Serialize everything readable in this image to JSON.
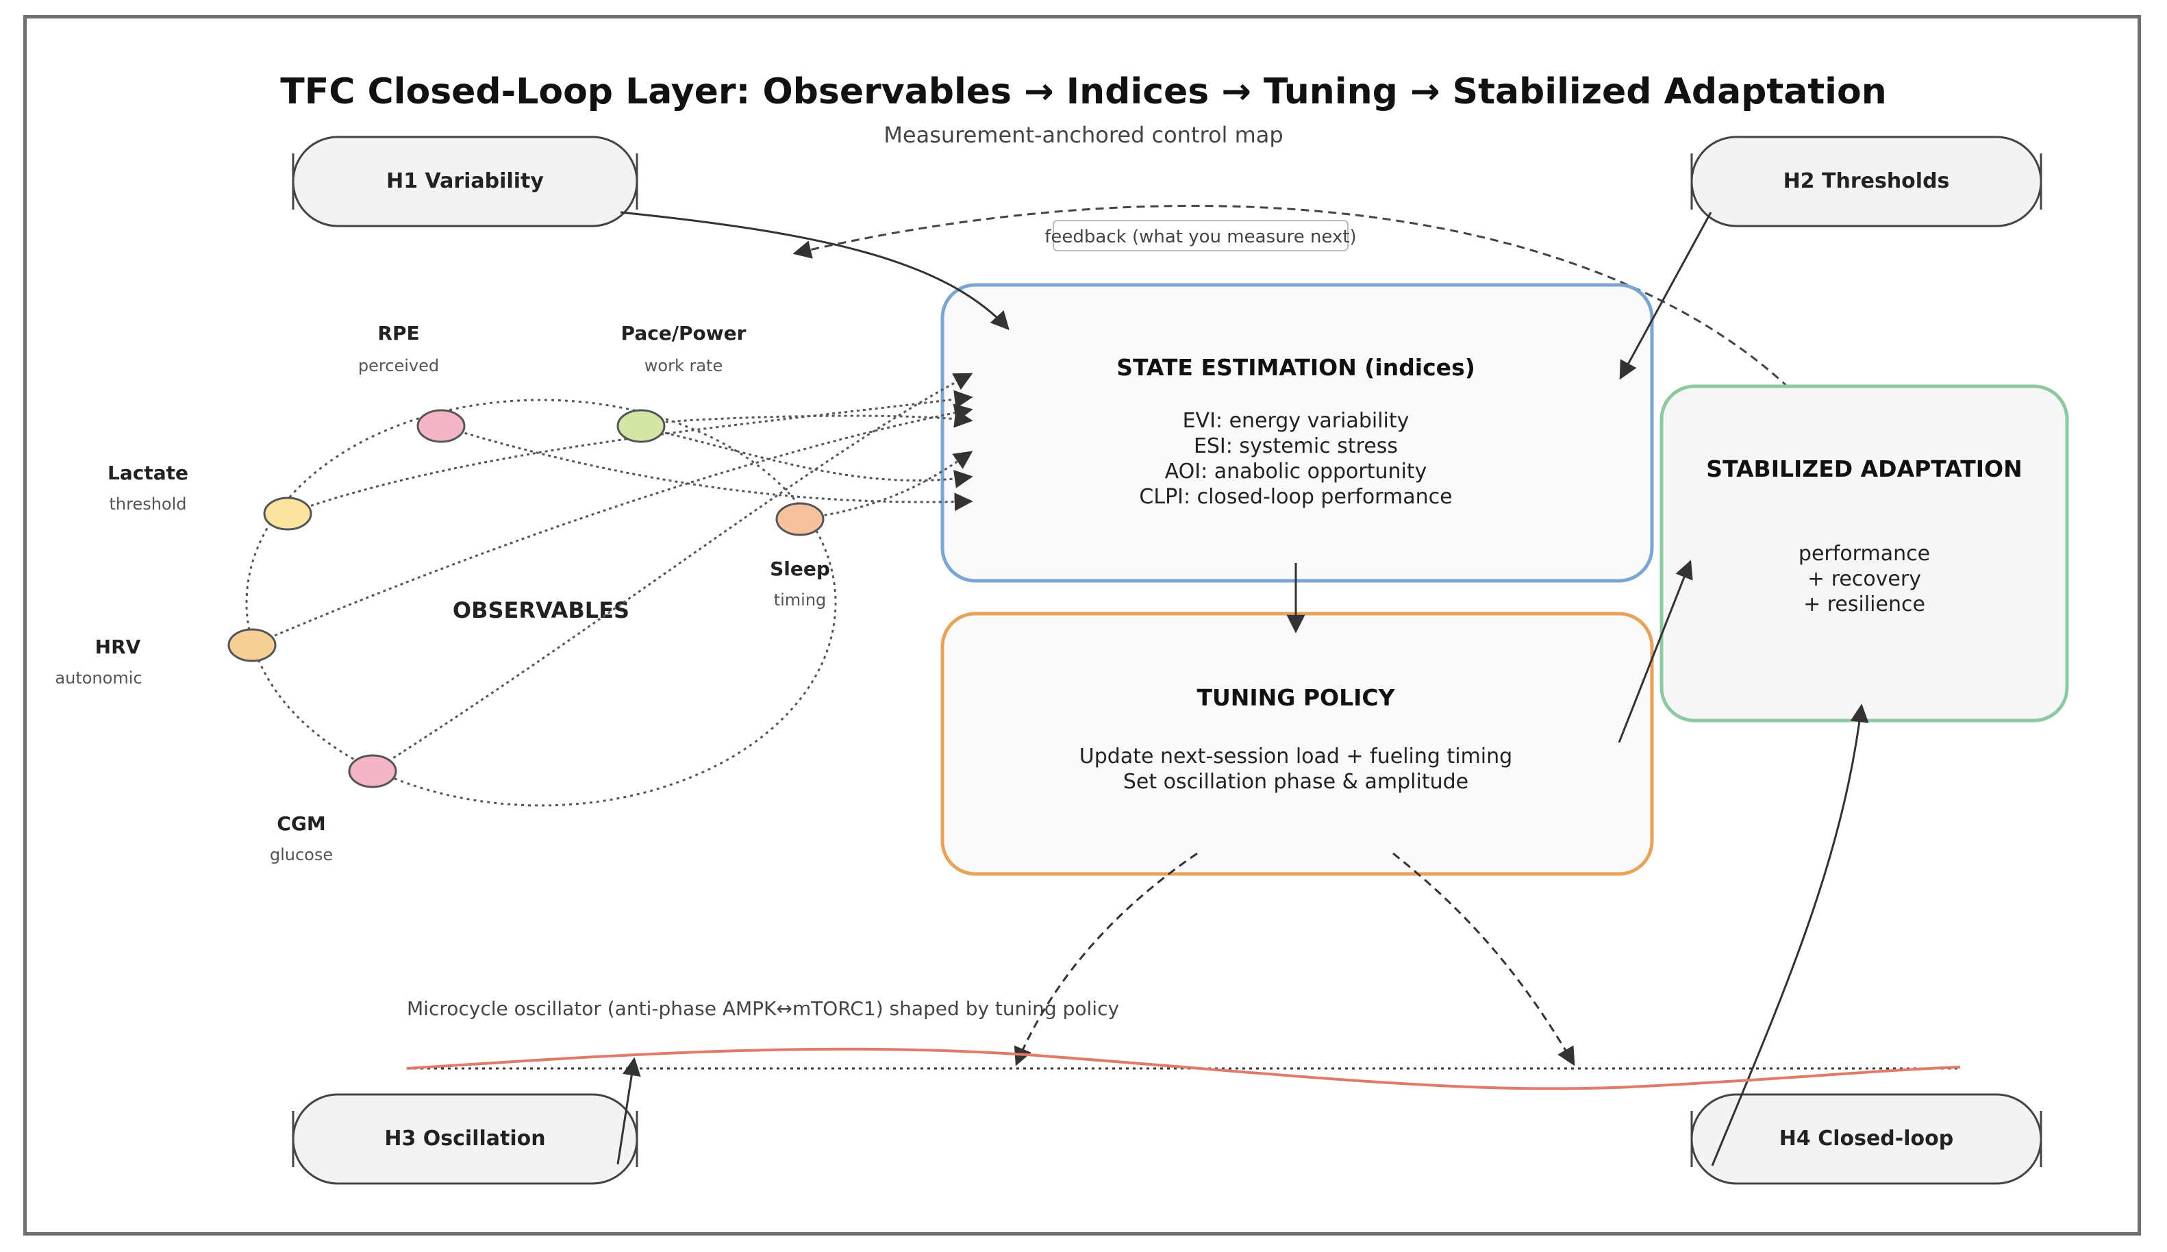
{
  "title": "TFC Closed-Loop Layer: Observables → Indices → Tuning → Stabilized Adaptation",
  "subtitle": "Measurement-anchored control map",
  "hypotheses": {
    "h1": "H1  Variability",
    "h2": "H2  Thresholds",
    "h3": "H3  Oscillation",
    "h4": "H4  Closed-loop"
  },
  "feedback_label": "feedback (what you measure next)",
  "observables": {
    "label": "OBSERVABLES",
    "nodes": [
      {
        "id": "rpe",
        "name": "RPE",
        "sub": "perceived",
        "color": "#f4b6c6"
      },
      {
        "id": "pace",
        "name": "Pace/Power",
        "sub": "work rate",
        "color": "#d4e6a5"
      },
      {
        "id": "lactate",
        "name": "Lactate",
        "sub": "threshold",
        "color": "#fbe3a0"
      },
      {
        "id": "sleep",
        "name": "Sleep",
        "sub": "timing",
        "color": "#f6c29e"
      },
      {
        "id": "hrv",
        "name": "HRV",
        "sub": "autonomic",
        "color": "#f5cf95"
      },
      {
        "id": "cgm",
        "name": "CGM",
        "sub": "glucose",
        "color": "#f4b6c6"
      }
    ]
  },
  "state_estimation": {
    "title": "STATE ESTIMATION (indices)",
    "lines": [
      "EVI: energy variability",
      "ESI: systemic stress",
      "AOI: anabolic opportunity",
      "CLPI: closed-loop performance"
    ],
    "border_color": "#7aa6d1"
  },
  "tuning_policy": {
    "title": "TUNING POLICY",
    "lines": [
      "Update next-session load + fueling timing",
      "Set oscillation phase & amplitude"
    ],
    "border_color": "#e9a25a"
  },
  "stabilized": {
    "title": "STABILIZED ADAPTATION",
    "lines": [
      "performance",
      "+ recovery",
      "+ resilience"
    ],
    "border_color": "#8cc9a0"
  },
  "oscillator": {
    "label": "Microcycle oscillator (anti-phase AMPK↔mTORC1) shaped by tuning policy",
    "color": "#e07b6a"
  }
}
